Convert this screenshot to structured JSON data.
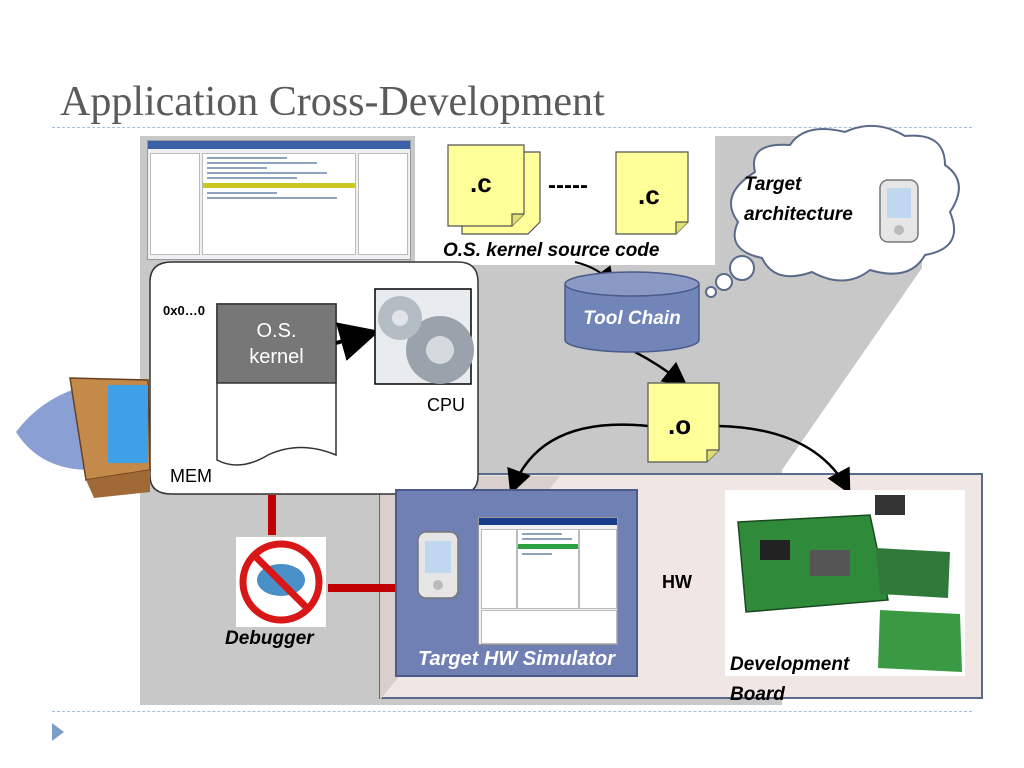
{
  "title": "Application Cross-Development",
  "source": {
    "c1": ".c",
    "dots": "-----",
    "c2": ".c",
    "caption": "O.S. kernel source code"
  },
  "cloud": {
    "line1": "Target",
    "line2": "architecture"
  },
  "toolchain": "Tool Chain",
  "object_file": ".o",
  "callout": {
    "address": "0x0…0",
    "os_line1": "O.S.",
    "os_line2": "kernel",
    "cpu": "CPU",
    "mem": "MEM"
  },
  "debugger": "Debugger",
  "simulator": "Target HW Simulator",
  "hw": "HW",
  "board": {
    "line1": "Development",
    "line2": "Board"
  },
  "colors": {
    "toolchain": "#7285b8",
    "note": "#ffff99",
    "simulator": "#7080b4",
    "panel": "#c8c8c8",
    "connector": "#c00000"
  },
  "icons": [
    "crt-monitor-icon",
    "pda-icon",
    "gear-icon",
    "no-bug-icon",
    "circuit-board-icon"
  ]
}
